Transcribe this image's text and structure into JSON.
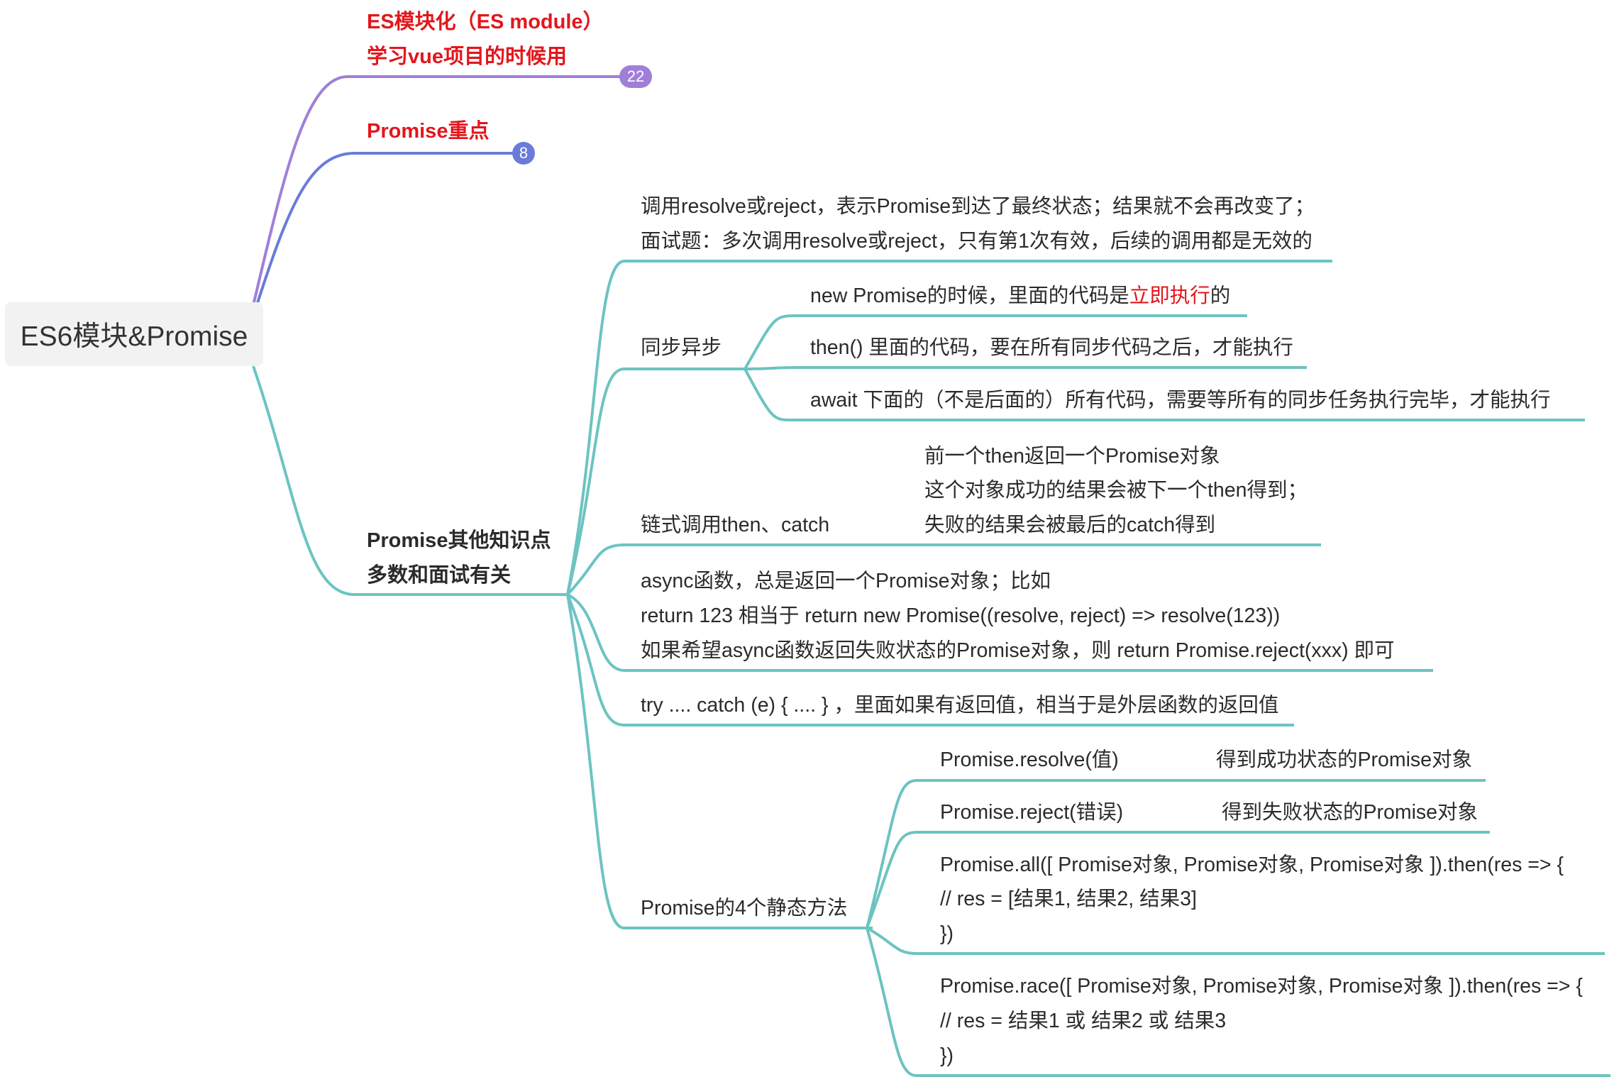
{
  "root": {
    "label": "ES6模块&Promise"
  },
  "branches": [
    {
      "id": "es-module",
      "lines": [
        "ES模块化（ES module）",
        "学习vue项目的时候用"
      ],
      "count": "22",
      "color": "#a07fd8"
    },
    {
      "id": "promise-key",
      "lines": [
        "Promise重点"
      ],
      "count": "8",
      "color": "#6a7bd9"
    },
    {
      "id": "promise-other",
      "lines": [
        "Promise其他知识点",
        "多数和面试有关"
      ],
      "color": "#6cc4c1"
    }
  ],
  "nodes": {
    "final_state": [
      "调用resolve或reject，表示Promise到达了最终状态；结果就不会再改变了；",
      "面试题：多次调用resolve或reject，只有第1次有效，后续的调用都是无效的"
    ],
    "sync_async": {
      "label": "同步异步",
      "children": [
        {
          "pre": "new Promise的时候，里面的代码是",
          "highlight": "立即执行",
          "post": "的"
        },
        {
          "text": "then() 里面的代码，要在所有同步代码之后，才能执行"
        },
        {
          "text": "await 下面的（不是后面的）所有代码，需要等所有的同步任务执行完毕，才能执行"
        }
      ]
    },
    "chain": {
      "label": "链式调用then、catch",
      "lines": [
        "前一个then返回一个Promise对象",
        "这个对象成功的结果会被下一个then得到；",
        "失败的结果会被最后的catch得到"
      ]
    },
    "async_fn": [
      "async函数，总是返回一个Promise对象；比如",
      "return 123   相当于 return new Promise((resolve, reject) =>   resolve(123))",
      "如果希望async函数返回失败状态的Promise对象，则 return Promise.reject(xxx) 即可"
    ],
    "try_catch": "try .... catch (e) { .... } ，里面如果有返回值，相当于是外层函数的返回值",
    "static_methods": {
      "label": "Promise的4个静态方法",
      "children": [
        {
          "left": "Promise.resolve(值)",
          "right": "得到成功状态的Promise对象"
        },
        {
          "left": "Promise.reject(错误)",
          "right": "得到失败状态的Promise对象"
        },
        {
          "lines": [
            "Promise.all([ Promise对象, Promise对象, Promise对象 ]).then(res => {",
            "   // res = [结果1, 结果2, 结果3]",
            "})"
          ]
        },
        {
          "lines": [
            "Promise.race([ Promise对象, Promise对象, Promise对象 ]).then(res => {",
            "   // res = 结果1 或 结果2 或 结果3",
            "})"
          ]
        }
      ]
    }
  }
}
